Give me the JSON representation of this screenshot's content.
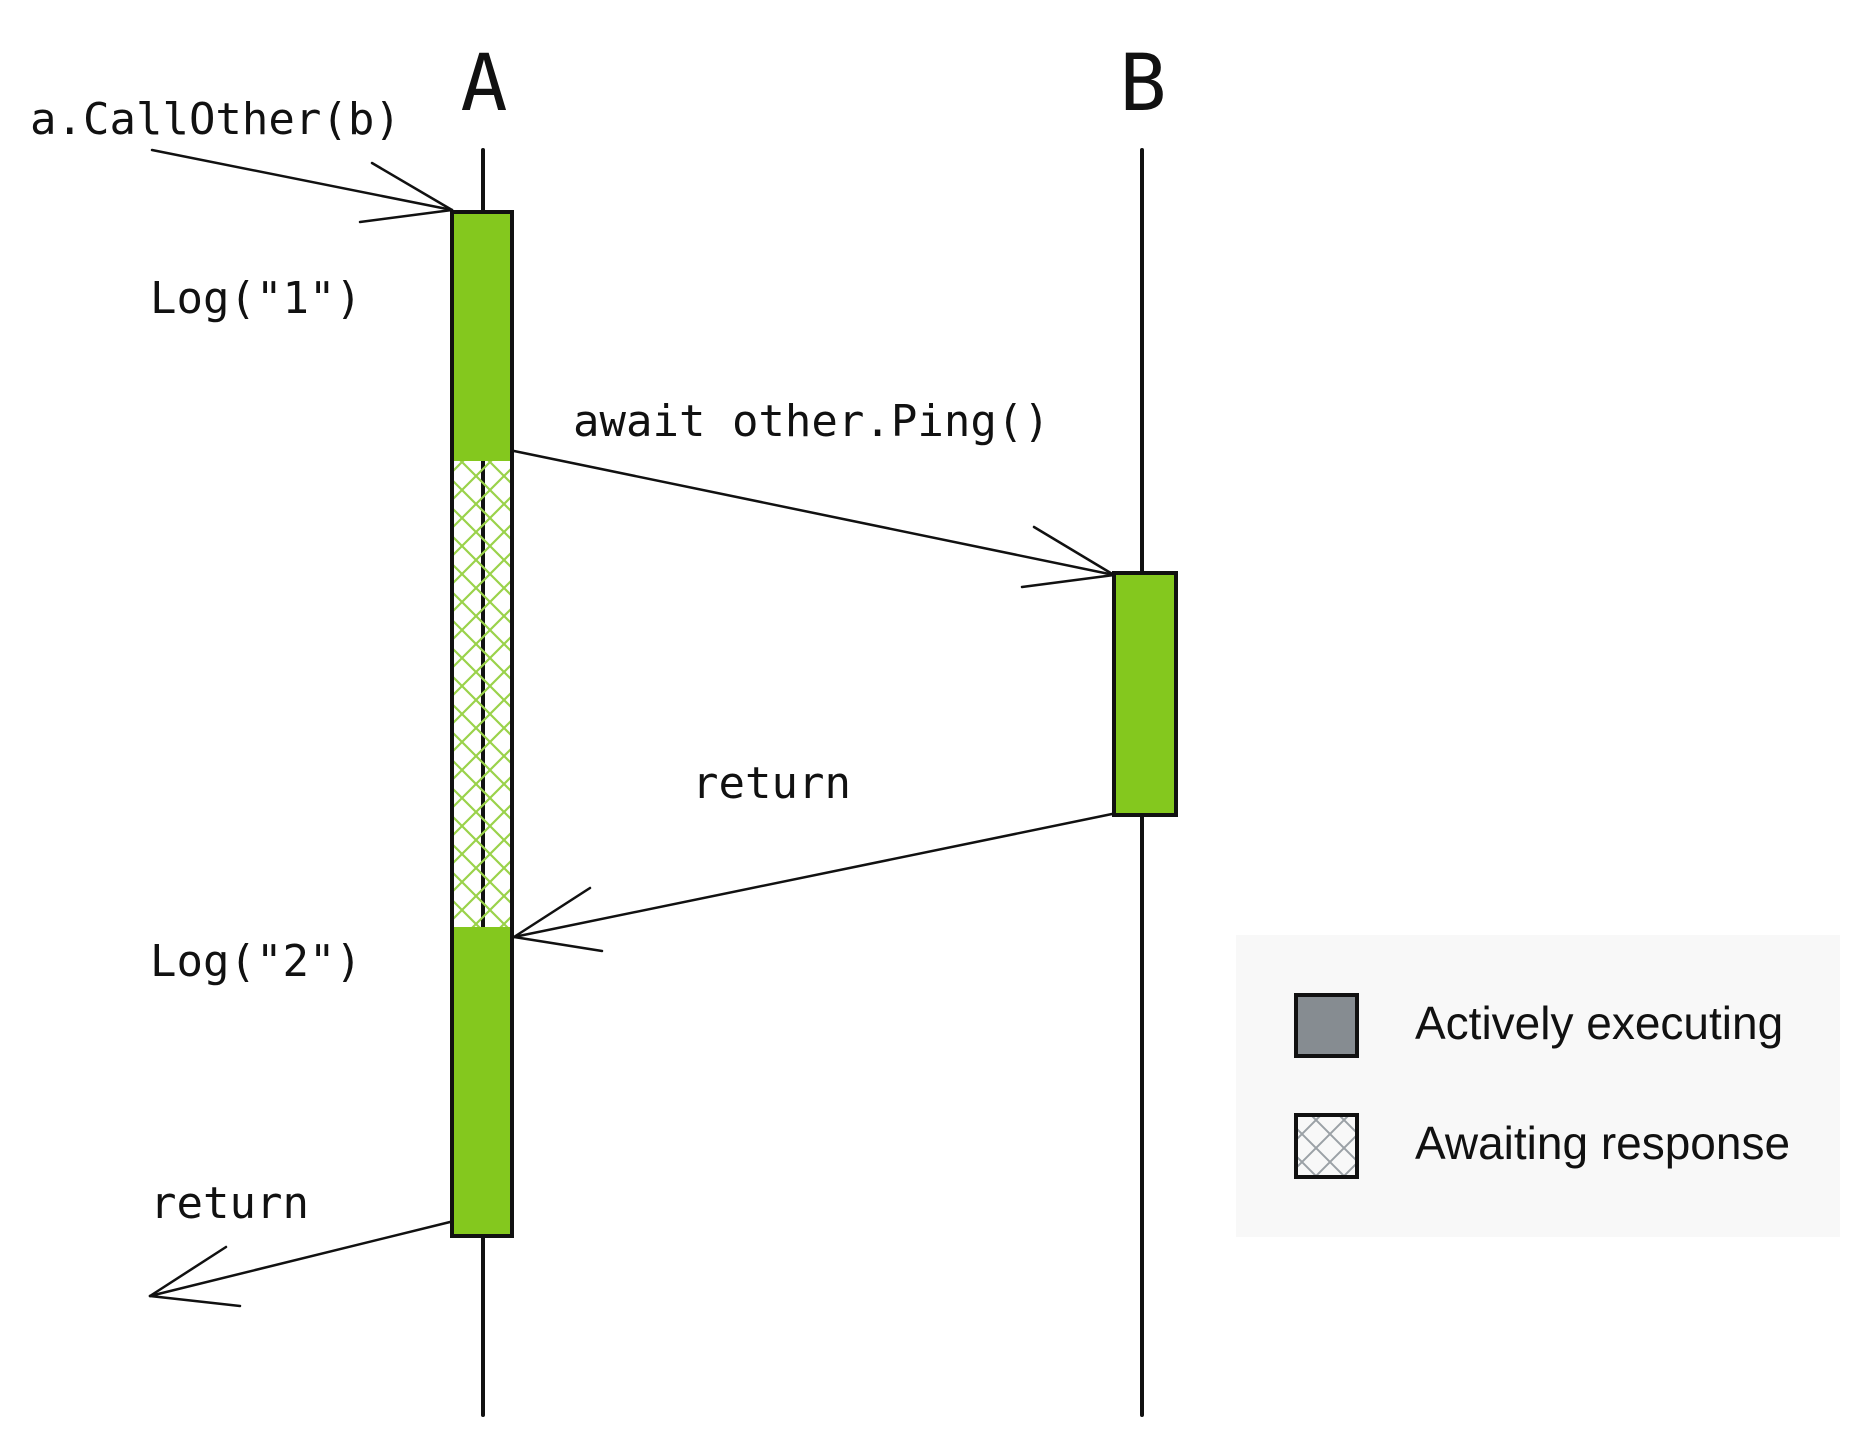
{
  "colors": {
    "active_fill": "#84c81e",
    "awaiting_hatch": "#9ad24a",
    "legend_active_fill": "#868c91",
    "legend_hatch": "#9ba1a6",
    "legend_bg": "#f8f8f8",
    "stroke": "#111111"
  },
  "participants": {
    "a": {
      "label": "A"
    },
    "b": {
      "label": "B"
    }
  },
  "labels": {
    "call": "a.CallOther(b)",
    "log1": "Log(\"1\")",
    "await_ping": "await other.Ping()",
    "return_from_b": "return",
    "log2": "Log(\"2\")",
    "return_final": "return"
  },
  "legend": {
    "active": "Actively executing",
    "awaiting": "Awaiting response"
  }
}
